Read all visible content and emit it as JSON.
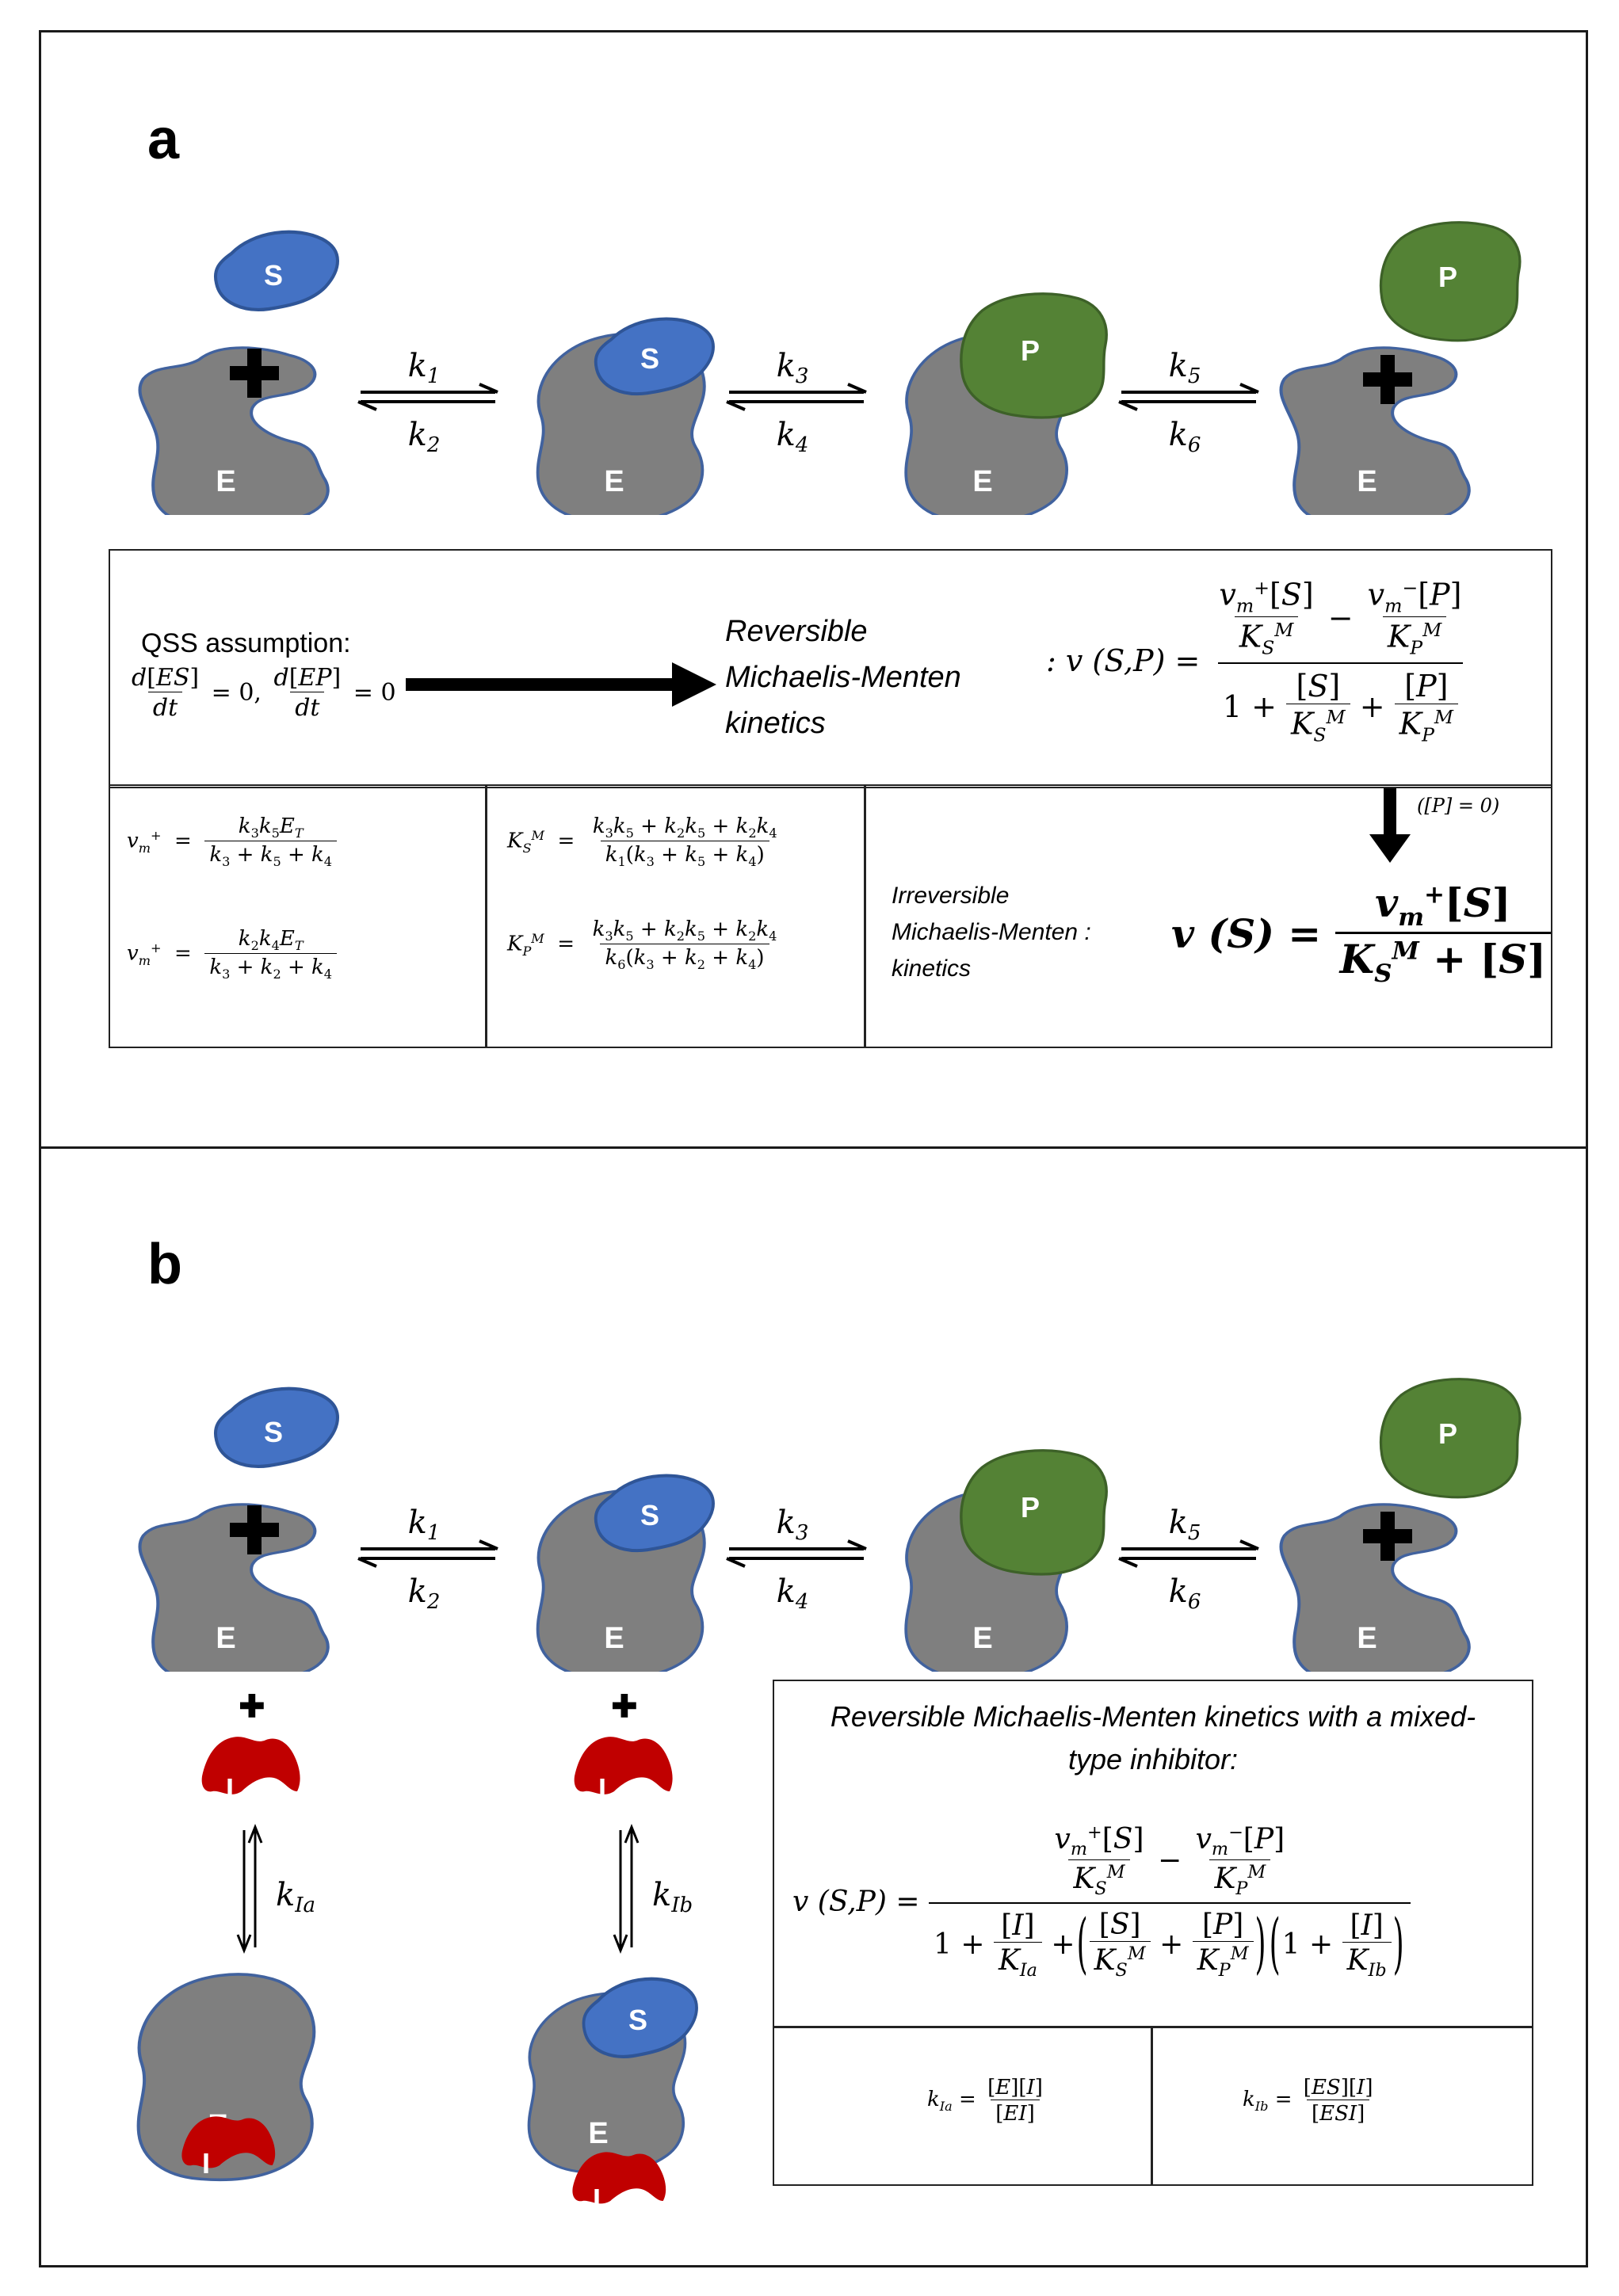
{
  "panel_a": {
    "letter": "a",
    "enzyme_label": "E",
    "substrate_label": "S",
    "product_label": "P",
    "rates": {
      "forward_1": "k1",
      "reverse_1": "k2",
      "forward_2": "k3",
      "reverse_2": "k4",
      "forward_3": "k5",
      "reverse_3": "k6"
    },
    "qss_title": "QSS assumption:",
    "qss_equation": "d[ES]/dt = 0, d[EP]/dt = 0",
    "reversible_label": [
      "Reversible",
      "Michaelis-Menten",
      "kinetics"
    ],
    "reversible_equation_lhs": ": v (S,P) =",
    "condition_label": "([P] = 0)",
    "irreversible_label": [
      "Irreversible",
      "Michaelis-Menten :",
      "kinetics"
    ],
    "irreversible_equation_lhs": "v (S) =",
    "vm_plus_1": "v_m^+ = k3 k5 E_T / (k3 + k5 + k4)",
    "vm_plus_2": "v_m^+ = k2 k4 E_T / (k3 + k2 + k4)",
    "KSM": "K_S^M = (k3 k5 + k2 k5 + k2 k4) / k1(k3 + k5 + k4)",
    "KPM": "K_P^M = (k3 k5 + k2 k5 + k2 k4) / k6(k3 + k2 + k4)"
  },
  "panel_b": {
    "letter": "b",
    "enzyme_label": "E",
    "substrate_label": "S",
    "product_label": "P",
    "inhibitor_label": "I",
    "inhibition_rates": {
      "a": "kIa",
      "b": "kIb"
    },
    "box_title": "Reversible Michaelis-Menten kinetics with a mixed-type inhibitor:",
    "equation_lhs": "v (S,P) =",
    "kIa_definition": "kIa = [E][I]/[EI]",
    "kIb_definition": "kIb = [ES][I]/[ESI]"
  },
  "colors": {
    "enzyme": "#7f7f7f",
    "enzyme_outline": "#41629e",
    "substrate": "#4472c4",
    "product": "#548235",
    "inhibitor": "#c00000"
  }
}
